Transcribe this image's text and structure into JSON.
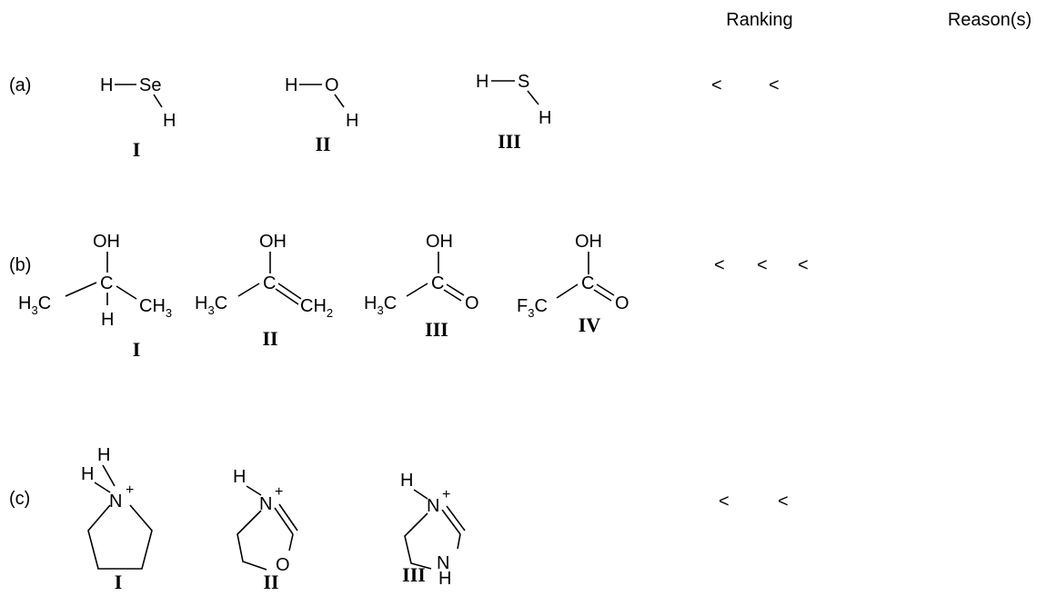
{
  "header": {
    "ranking": "Ranking",
    "reasons": "Reason(s)"
  },
  "parts": {
    "a": {
      "label": "(a)",
      "ranking": [
        "<",
        "<"
      ],
      "molecules": [
        {
          "roman": "I",
          "atoms": {
            "h1": "H",
            "x": "Se",
            "h2": "H"
          }
        },
        {
          "roman": "II",
          "atoms": {
            "h1": "H",
            "x": "O",
            "h2": "H"
          }
        },
        {
          "roman": "III",
          "atoms": {
            "h1": "H",
            "x": "S",
            "h2": "H"
          }
        }
      ]
    },
    "b": {
      "label": "(b)",
      "ranking": [
        "<",
        "<",
        "<"
      ],
      "molecules": [
        {
          "roman": "I",
          "atoms": {
            "oh": "OH",
            "c": "C",
            "left": "H",
            "left_sub": "3",
            "left_c": "C",
            "right": "CH",
            "right_sub": "3",
            "h": "H"
          }
        },
        {
          "roman": "II",
          "atoms": {
            "oh": "OH",
            "c": "C",
            "left": "H",
            "left_sub": "3",
            "left_c": "C",
            "right": "CH",
            "right_sub": "2"
          }
        },
        {
          "roman": "III",
          "atoms": {
            "oh": "OH",
            "c": "C",
            "left": "H",
            "left_sub": "3",
            "left_c": "C",
            "o": "O"
          }
        },
        {
          "roman": "IV",
          "atoms": {
            "oh": "OH",
            "c": "C",
            "left": "F",
            "left_sub": "3",
            "left_c": "C",
            "o": "O"
          }
        }
      ]
    },
    "c": {
      "label": "(c)",
      "ranking": [
        "<",
        "<"
      ],
      "molecules": [
        {
          "roman": "I",
          "atoms": {
            "h1": "H",
            "h2": "H",
            "n": "N",
            "plus": "+"
          }
        },
        {
          "roman": "II",
          "atoms": {
            "h1": "H",
            "n": "N",
            "plus": "+",
            "o": "O"
          }
        },
        {
          "roman": "III",
          "atoms": {
            "h1": "H",
            "n": "N",
            "plus": "+",
            "nh_n": "N",
            "nh_h": "H"
          }
        }
      ]
    }
  }
}
